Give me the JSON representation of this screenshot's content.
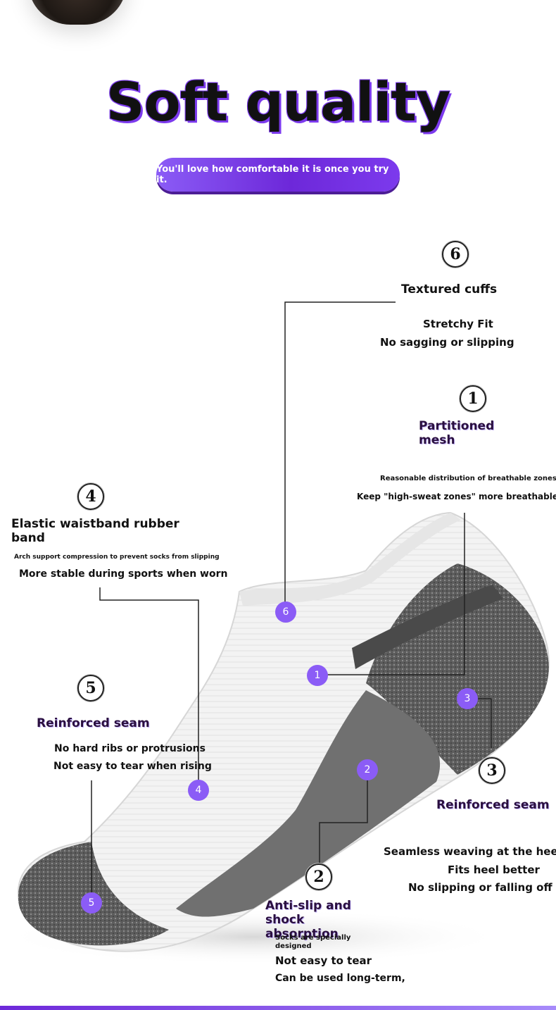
{
  "title": "Soft quality",
  "tagline": "You'll love how comfortable it is once you try it.",
  "colors": {
    "accent": "#8b5cf6",
    "accent_dark": "#6d28d9",
    "sock_gray": "#6b6b6b"
  },
  "features": [
    {
      "num": "1",
      "marker": "1",
      "title": "Partitioned mesh",
      "lines": [
        "Reasonable distribution of breathable zones",
        "Keep \"high-sweat zones\" more breathable"
      ]
    },
    {
      "num": "2",
      "marker": "2",
      "title": "Anti-slip and shock absorption",
      "lines": [
        "Socks are specially designed",
        "Not easy to tear",
        "Can be used long-term,"
      ]
    },
    {
      "num": "3",
      "marker": "3",
      "title": "Reinforced seam",
      "lines": [
        "Seamless weaving at the heel",
        "Fits heel better",
        "No slipping or falling off"
      ]
    },
    {
      "num": "4",
      "marker": "4",
      "title": "Elastic waistband rubber band",
      "lines": [
        "Arch support compression to prevent socks from slipping",
        "More stable during sports when worn"
      ]
    },
    {
      "num": "5",
      "marker": "5",
      "title": "Reinforced seam",
      "lines": [
        "No hard ribs or protrusions",
        "Not easy to tear when rising"
      ]
    },
    {
      "num": "6",
      "marker": "6",
      "title": "Textured cuffs",
      "lines": [
        "Stretchy Fit",
        "No sagging or slipping"
      ]
    }
  ]
}
